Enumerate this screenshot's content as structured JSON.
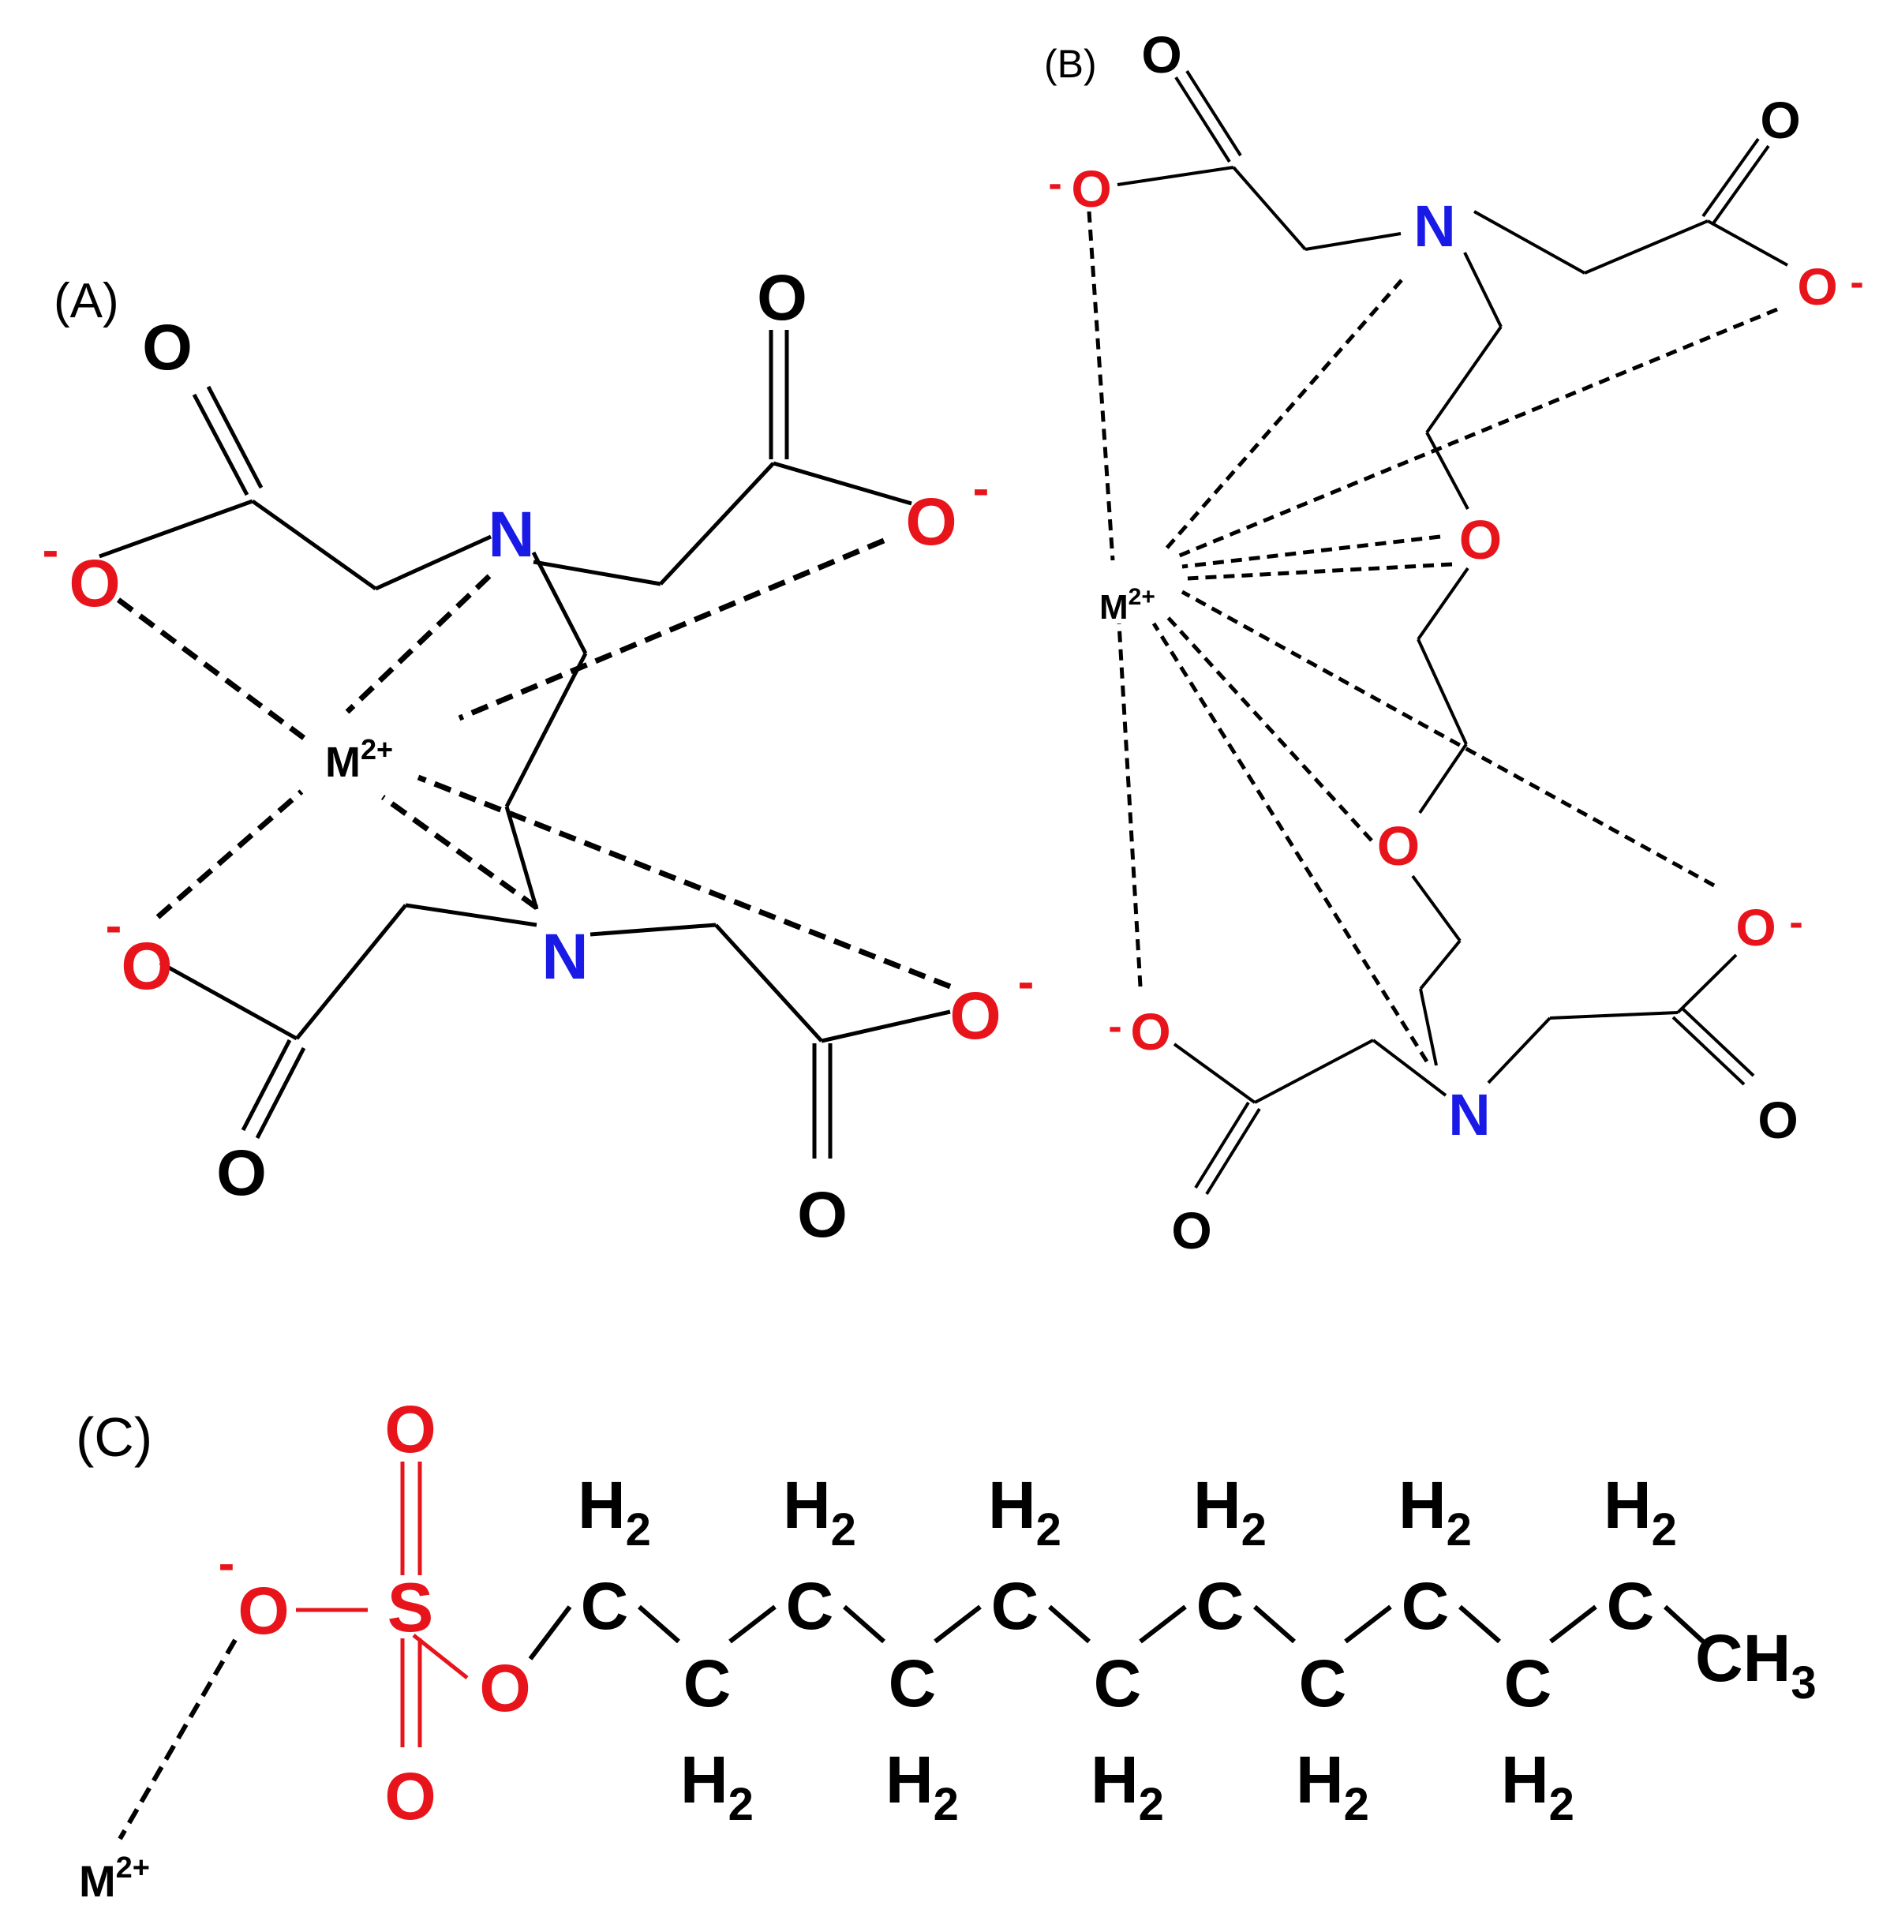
{
  "colors": {
    "carbon": "#000000",
    "oxygen": "#e8141b",
    "nitrogen": "#1a1ae6",
    "background": "#ffffff"
  },
  "panels": {
    "a": {
      "label": "(A)",
      "metal": "M",
      "metal_charge": "2+",
      "nitrogen": "N",
      "oxygen": "O",
      "charge": "-"
    },
    "b": {
      "label": "(B)",
      "metal": "M",
      "metal_charge": "2+",
      "nitrogen": "N",
      "oxygen": "O",
      "charge": "-"
    },
    "c": {
      "label": "(C)",
      "metal": "M",
      "metal_charge": "2+",
      "oxygen": "O",
      "sulfur": "S",
      "charge": "-",
      "carbon": "C",
      "hydrogen": "H",
      "h_count": "2",
      "methyl": "CH",
      "methyl_count": "3"
    }
  }
}
